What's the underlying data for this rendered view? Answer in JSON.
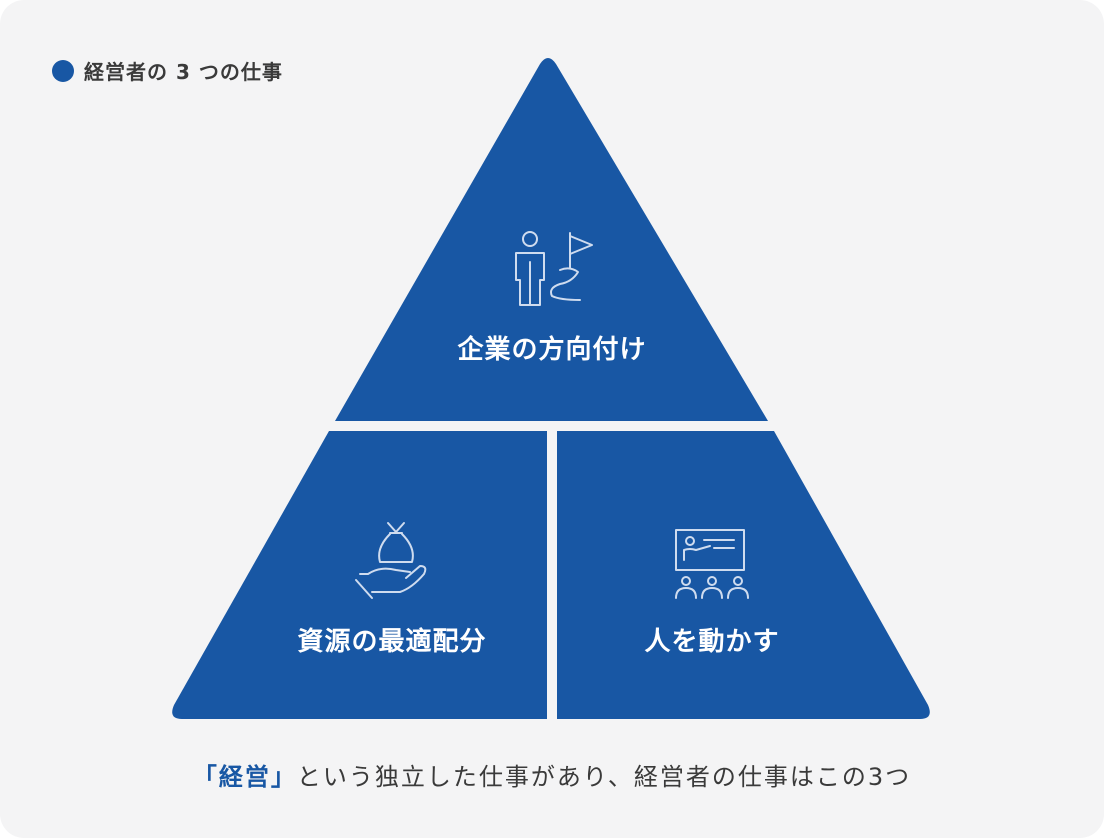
{
  "header": {
    "title": "経営者の 3 つの仕事"
  },
  "pyramid": {
    "top": {
      "label": "企業の方向付け",
      "icon": "person-flag-icon"
    },
    "bottom_left": {
      "label": "資源の最適配分",
      "icon": "hand-money-bag-icon"
    },
    "bottom_right": {
      "label": "人を動かす",
      "icon": "presenter-audience-icon"
    }
  },
  "caption": {
    "highlight": "「経営」",
    "text": "という独立した仕事があり、経営者の仕事はこの3つ"
  },
  "colors": {
    "accent": "#1857a4",
    "background": "#f4f4f5",
    "text": "#3a3a3a"
  }
}
